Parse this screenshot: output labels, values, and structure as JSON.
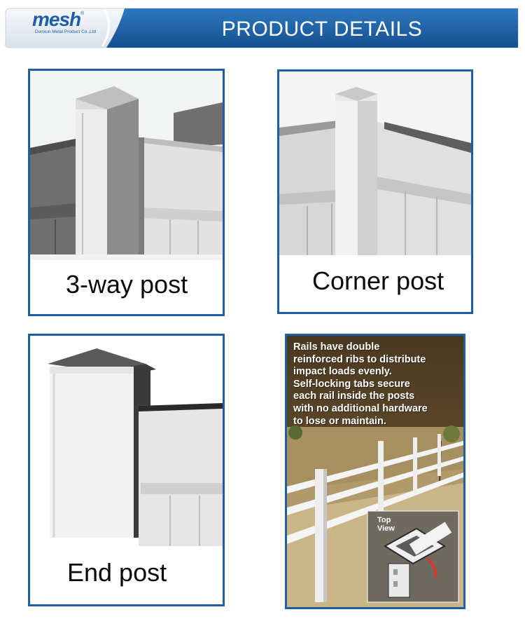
{
  "header": {
    "logo_word": "mesh",
    "logo_subtitle": "Dunxun Metal Product Co.,Ltd",
    "logo_registered_mark": "®",
    "title": "PRODUCT DETAILS",
    "colors": {
      "banner_blue": "#1d5fa0",
      "banner_light": "#e8edf3",
      "card_border": "#1d5fa0"
    }
  },
  "cards": {
    "three_way": {
      "label": "3-way post"
    },
    "corner": {
      "label": "Corner post"
    },
    "end": {
      "label": "End post"
    },
    "info": {
      "lines": [
        "Rails have double",
        "reinforced ribs to distribute",
        "impact loads evenly.",
        "Self-locking tabs secure",
        "each rail inside the posts",
        "with no additional hardware",
        "to lose or maintain."
      ],
      "top_view_line1": "Top",
      "top_view_line2": "View"
    }
  }
}
